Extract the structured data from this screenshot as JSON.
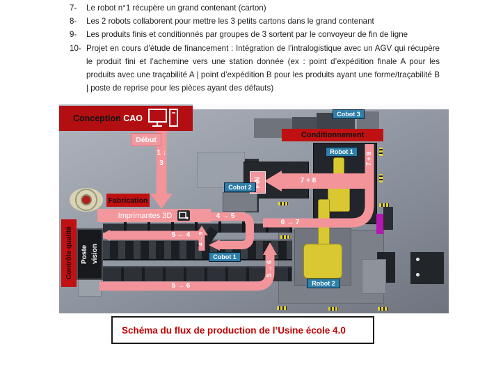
{
  "document": {
    "list_items": [
      {
        "num": "7-",
        "text": "Le robot n°1 récupère un grand contenant (carton)"
      },
      {
        "num": "8-",
        "text": "Les 2 robots collaborent pour mettre les 3 petits cartons dans le grand contenant"
      },
      {
        "num": "9-",
        "text": "Les produits finis et conditionnés par groupes de 3 sortent par le convoyeur de fin de ligne"
      },
      {
        "num": "10-",
        "text": "Projet en cours d’étude de financement : Intégration de l’intralogistique avec un AGV qui récupère le produit fini et l’achemine vers une station donnée (ex : point d’expédition finale A pour les produits avec une traçabilité A | point d’expédition B pour les produits ayant une forme/traçabilité B | poste de reprise pour les pièces ayant des défauts)"
      }
    ]
  },
  "diagram": {
    "banners": {
      "conception_main": "Conception",
      "conception_sub": "CAO",
      "fabrication": "Fabrication",
      "imprimantes": "Imprimantes 3D",
      "controle_qualite": "Contrôle qualité",
      "poste_vision": "Poste vision",
      "conditionnement": "Conditionnement"
    },
    "stations": [
      {
        "label": "Cobot 3"
      },
      {
        "label": "Robot 1"
      },
      {
        "label": "Cobot 2"
      },
      {
        "label": "Cobot 1"
      },
      {
        "label": "Robot 2"
      }
    ],
    "flow": {
      "debut": "Début",
      "fin": "FIN",
      "seg_1_3": "1 ↓ 3",
      "seg_4_5_h": "4 → 5",
      "seg_4_5_v": "4 → 5",
      "seg_5_4": "5 ← 4",
      "seg_5_6_h": "5 → 6",
      "seg_5_6_v": "5 → 6",
      "seg_6_7": "6 → 7",
      "seg_7_8_v": "7 + 8",
      "seg_7_8_h": "7 + 8"
    },
    "icons": [
      "computer-icon",
      "printer-icon"
    ]
  },
  "caption": {
    "text": "Schéma du flux de production de l’Usine école 4.0"
  },
  "colors": {
    "banner_red": "#c01012",
    "flow_pink": "#f2949a",
    "station_blue": "#2e7fa9",
    "caption_red": "#c00000",
    "robot_yellow": "#d9c832",
    "magenta_part": "#b517b5"
  }
}
